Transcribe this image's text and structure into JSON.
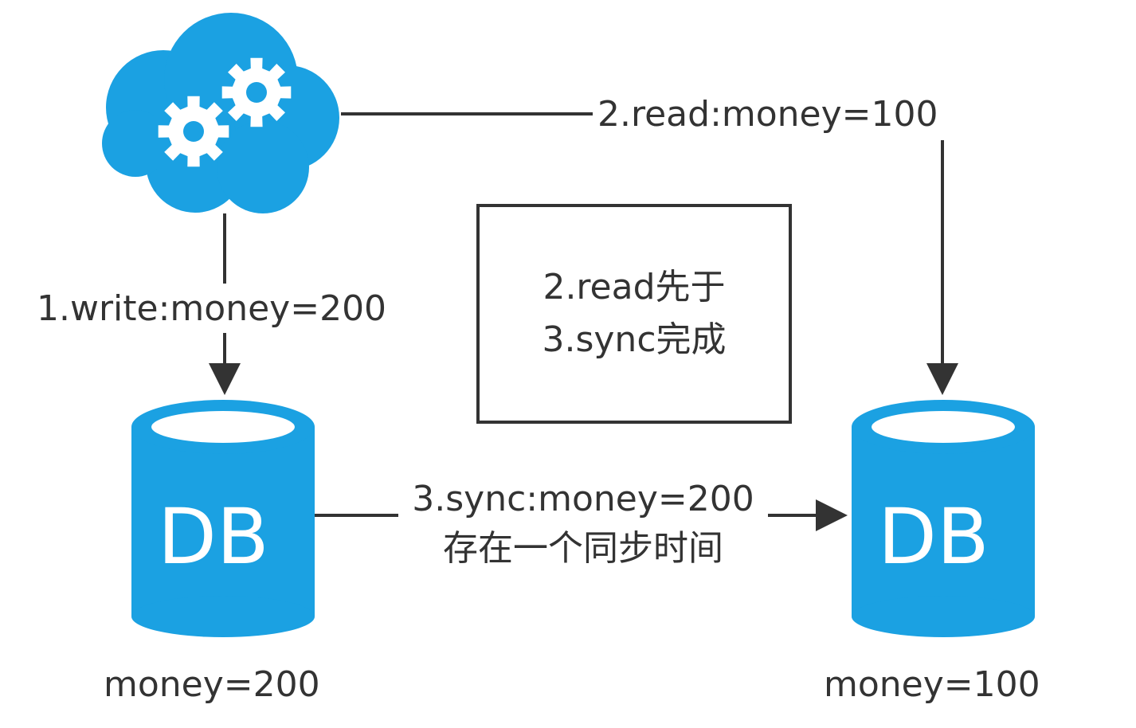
{
  "diagram": {
    "colors": {
      "accent": "#1ba1e2",
      "line": "#333333",
      "text": "#333333",
      "background": "#ffffff"
    },
    "nodes": {
      "service": {
        "icon": "cloud-gears-icon"
      },
      "db_left": {
        "text": "DB",
        "value_label": "money=200",
        "icon": "database-icon"
      },
      "db_right": {
        "text": "DB",
        "value_label": "money=100",
        "icon": "database-icon"
      }
    },
    "edges": {
      "write": {
        "label": "1.write:money=200"
      },
      "read": {
        "label": "2.read:money=100"
      },
      "sync": {
        "label_line1": "3.sync:money=200",
        "label_line2": "存在一个同步时间"
      }
    },
    "note": {
      "line1": "2.read先于",
      "line2": "3.sync完成"
    }
  }
}
